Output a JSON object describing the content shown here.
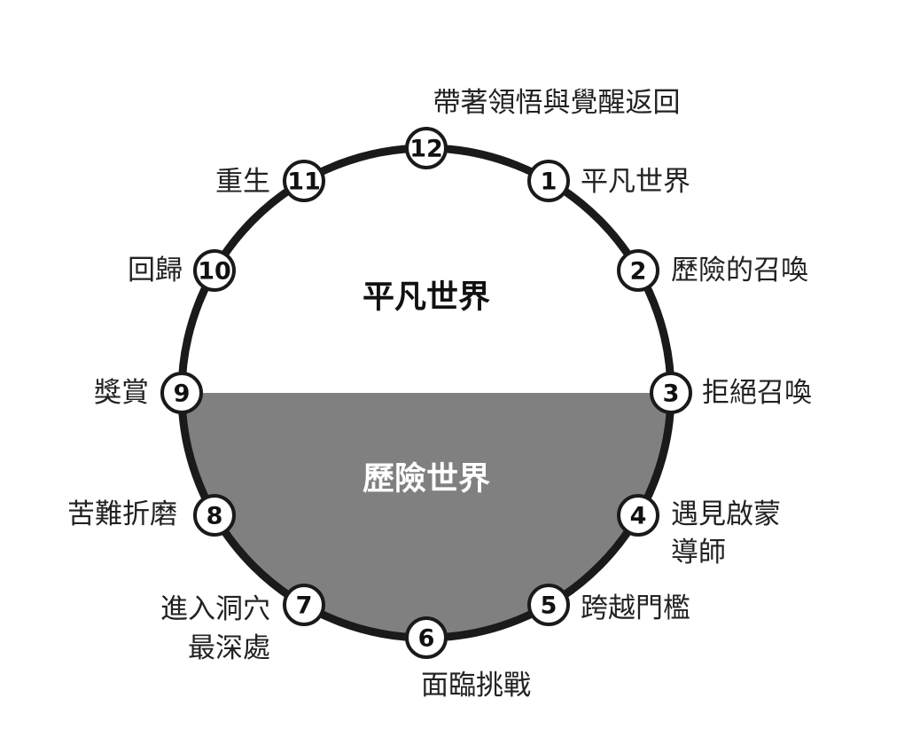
{
  "colors": {
    "outline": "#1a1a1a",
    "adventure_fill": "#808080",
    "ordinary_fill": "#ffffff",
    "node_fill": "#ffffff"
  },
  "center": {
    "ordinary_world": "平凡世界",
    "adventure_world": "歷險世界"
  },
  "stages": [
    {
      "number": "1",
      "lines": [
        "平凡世界"
      ]
    },
    {
      "number": "2",
      "lines": [
        "歷險的召喚"
      ]
    },
    {
      "number": "3",
      "lines": [
        "拒絕召喚"
      ]
    },
    {
      "number": "4",
      "lines": [
        "遇見啟蒙",
        "導師"
      ]
    },
    {
      "number": "5",
      "lines": [
        "跨越門檻"
      ]
    },
    {
      "number": "6",
      "lines": [
        "面臨挑戰"
      ]
    },
    {
      "number": "7",
      "lines": [
        "進入洞穴",
        "最深處"
      ]
    },
    {
      "number": "8",
      "lines": [
        "苦難折磨"
      ]
    },
    {
      "number": "9",
      "lines": [
        "獎賞"
      ]
    },
    {
      "number": "10",
      "lines": [
        "回歸"
      ]
    },
    {
      "number": "11",
      "lines": [
        "重生"
      ]
    },
    {
      "number": "12",
      "lines": [
        "帶著領悟與覺醒返回"
      ]
    }
  ]
}
